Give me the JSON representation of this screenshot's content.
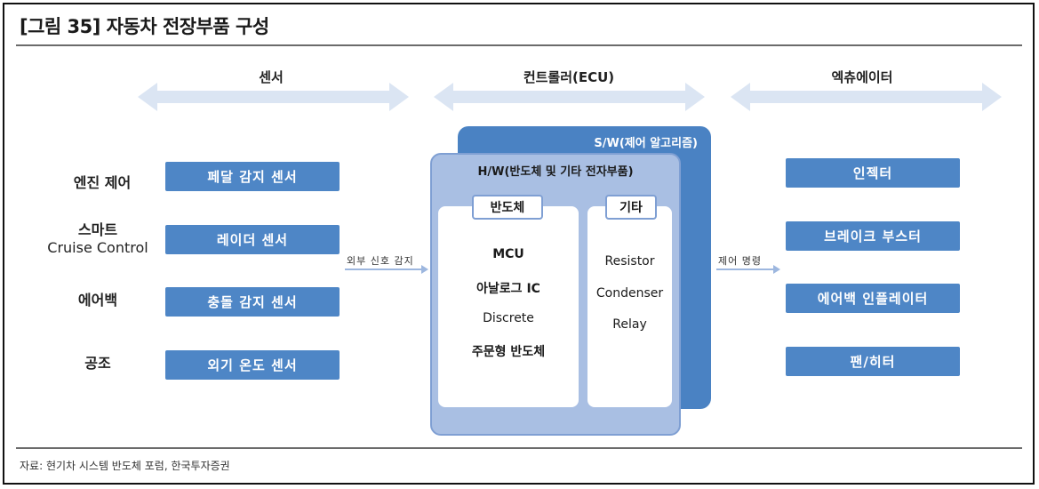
{
  "title": "[그림 35] 자동차 전장부품 구성",
  "source": "자료: 현기차 시스템 반도체 포럼, 한국투자증권",
  "columns": {
    "sensor": "센서",
    "controller": "컨트롤러(ECU)",
    "actuator": "엑츄에이터"
  },
  "rows": [
    {
      "label": "엔진 제어",
      "sensor": "페달 감지 센서",
      "actuator": "인젝터"
    },
    {
      "label": "스마트",
      "label_sub": "Cruise Control",
      "sensor": "레이더 센서",
      "actuator": "브레이크 부스터"
    },
    {
      "label": "에어백",
      "sensor": "충돌 감지 센서",
      "actuator": "에어백 인플레이터"
    },
    {
      "label": "공조",
      "sensor": "외기 온도 센서",
      "actuator": "팬/히터"
    }
  ],
  "controller": {
    "sw_label": "S/W(제어 알고리즘)",
    "hw_label": "H/W(반도체 및 기타 전자부품)",
    "semiconductor": {
      "title": "반도체",
      "items": [
        "MCU",
        "아날로그 IC",
        "Discrete",
        "주문형 반도체"
      ]
    },
    "others": {
      "title": "기타",
      "items": [
        "Resistor",
        "Condenser",
        "Relay"
      ]
    }
  },
  "flows": {
    "input_label": "외부 신호 감지",
    "output_label": "제어 명령"
  },
  "colors": {
    "button_blue": "#4e86c6",
    "sw_blue": "#4a82c3",
    "hw_light": "#a9bfe3",
    "arrow_light": "#dbe5f3"
  }
}
